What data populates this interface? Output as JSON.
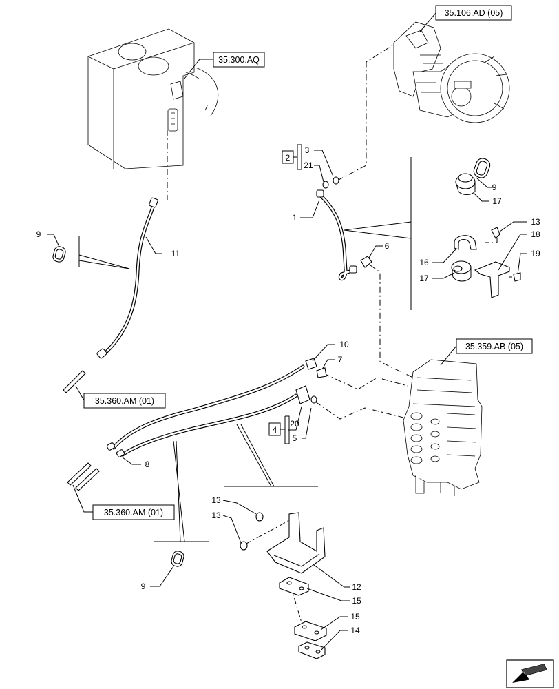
{
  "references": {
    "r1": "35.106.AD (05)",
    "r2": "35.300.AQ",
    "r3": "35.359.AB (05)",
    "r4": "35.360.AM (01)",
    "r5": "35.360.AM (01)"
  },
  "kits": {
    "kit_a": "2",
    "kit_b": "4"
  },
  "callouts": {
    "c3": "3",
    "c21": "21",
    "c1": "1",
    "c6": "6",
    "c9a": "9",
    "c17a": "17",
    "c13a": "13",
    "c18": "18",
    "c19": "19",
    "c16": "16",
    "c17b": "17",
    "c9b": "9",
    "c11": "11",
    "c10": "10",
    "c7": "7",
    "c20": "20",
    "c5": "5",
    "c8": "8",
    "c13b": "13",
    "c13c": "13",
    "c12": "12",
    "c9c": "9",
    "c15a": "15",
    "c15b": "15",
    "c14": "14"
  },
  "icons": {
    "nav": "arrow-icon"
  }
}
